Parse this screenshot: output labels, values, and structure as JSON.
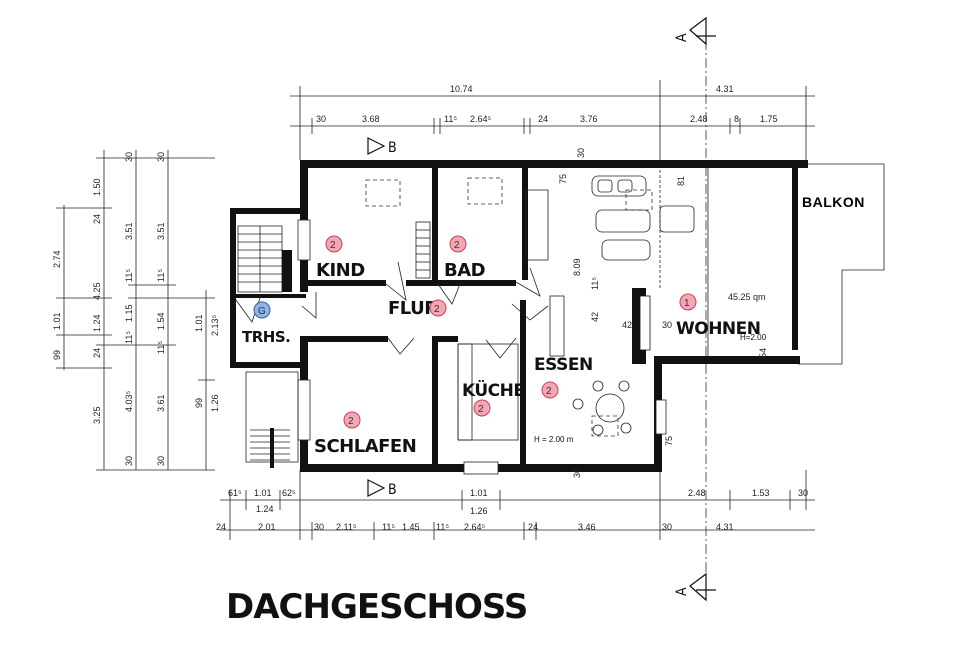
{
  "title": "DACHGESCHOSS",
  "balcony_label": "BALKON",
  "rooms": [
    {
      "name": "KIND",
      "badge": "2"
    },
    {
      "name": "BAD",
      "badge": "2"
    },
    {
      "name": "FLUR",
      "badge": "2"
    },
    {
      "name": "TRHS.",
      "badge": "G"
    },
    {
      "name": "SCHLAFEN",
      "badge": "2"
    },
    {
      "name": "KÜCHE",
      "badge": "2"
    },
    {
      "name": "ESSEN",
      "badge": "2"
    },
    {
      "name": "WOHNEN",
      "badge": "1"
    }
  ],
  "area_label": "45.25 qm",
  "height_notes": [
    "H=2.00",
    "H = 2.00 m"
  ],
  "section_markers": {
    "a": "A",
    "b": "B"
  },
  "dims_top": {
    "overall": [
      "10.74",
      "4.31"
    ],
    "row2": [
      "30",
      "3.68",
      "11⁵",
      "2.64⁵",
      "24",
      "3.76",
      "2.48",
      "8",
      "1.75"
    ]
  },
  "dims_bottom": {
    "row1": [
      "61⁵",
      "1.01",
      "62⁵",
      "1.01",
      "2.48",
      "1.53",
      "30"
    ],
    "row1b": [
      "1.24",
      "1.26"
    ],
    "row2": [
      "24",
      "2.01",
      "30",
      "2.11⁵",
      "11⁵",
      "1.45",
      "11⁵",
      "2.64⁵",
      "24",
      "3.46",
      "30",
      "4.31"
    ]
  },
  "dims_left": {
    "outer": [
      "2.74",
      "1.01",
      "99"
    ],
    "col2": [
      "1.50",
      "24",
      "4.25",
      "1.24",
      "24",
      "3.25"
    ],
    "col3": [
      "30",
      "3.51",
      "11⁵",
      "1.15",
      "11⁵",
      "4.03⁵",
      "30"
    ],
    "col4": [
      "30",
      "3.51",
      "11⁵",
      "1.54",
      "11⁵",
      "3.61",
      "30"
    ],
    "col5": [
      "1.01",
      "2.13⁵",
      "99",
      "1.26"
    ]
  },
  "dims_inner": [
    "75",
    "81",
    "8.09",
    "11⁵",
    "42",
    "42",
    "30",
    "54",
    "75",
    "30",
    "30"
  ]
}
